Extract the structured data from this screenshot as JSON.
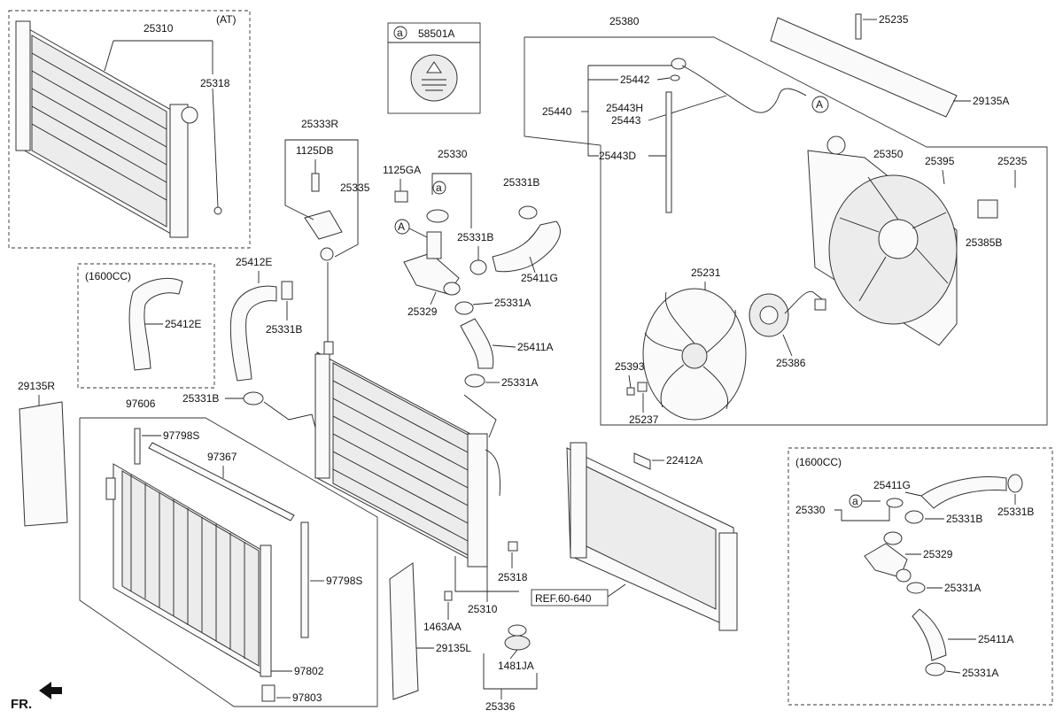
{
  "notes": {
    "at": "(AT)",
    "cc_left": "(1600CC)",
    "cc_right": "(1600CC)",
    "ref": "REF.60-640",
    "fr": "FR."
  },
  "legend": {
    "circle_letter": "a",
    "part": "58501A"
  },
  "callout_letters": {
    "a1": "a",
    "a2": "a",
    "A1": "A",
    "A2": "A"
  },
  "labels": {
    "l25310_top": "25310",
    "l25318_top": "25318",
    "l25333R": "25333R",
    "l1125DB": "1125DB",
    "l1125GA": "1125GA",
    "l25335": "25335",
    "l25330": "25330",
    "l25331B_a": "25331B",
    "l25331B_b": "25331B",
    "l25411G": "25411G",
    "l25329": "25329",
    "l25331A_a": "25331A",
    "l25411A": "25411A",
    "l25331A_b": "25331A",
    "l25380": "25380",
    "l25442": "25442",
    "l25440": "25440",
    "l25443H": "25443H",
    "l25443": "25443",
    "l25443D": "25443D",
    "l25235_a": "25235",
    "l29135A": "29135A",
    "l25350": "25350",
    "l25395": "25395",
    "l25235_b": "25235",
    "l25385B": "25385B",
    "l25231": "25231",
    "l25386": "25386",
    "l25393": "25393",
    "l25237": "25237",
    "l25412E_a": "25412E",
    "l25412E_b": "25412E",
    "l25331B_c": "25331B",
    "l25331B_d": "25331B",
    "l29135R": "29135R",
    "l97606": "97606",
    "l97798S_a": "97798S",
    "l97367": "97367",
    "l97798S_b": "97798S",
    "l97802": "97802",
    "l97803": "97803",
    "l1463AA": "1463AA",
    "l29135L": "29135L",
    "l25318_b": "25318",
    "l25310_b": "25310",
    "l1481JA": "1481JA",
    "l25336": "25336",
    "l22412A": "22412A",
    "r25411G": "25411G",
    "r25330": "25330",
    "r25331B_a": "25331B",
    "r25331B_b": "25331B",
    "r25329": "25329",
    "r25331A_a": "25331A",
    "r25411A": "25411A",
    "r25331A_b": "25331A"
  }
}
